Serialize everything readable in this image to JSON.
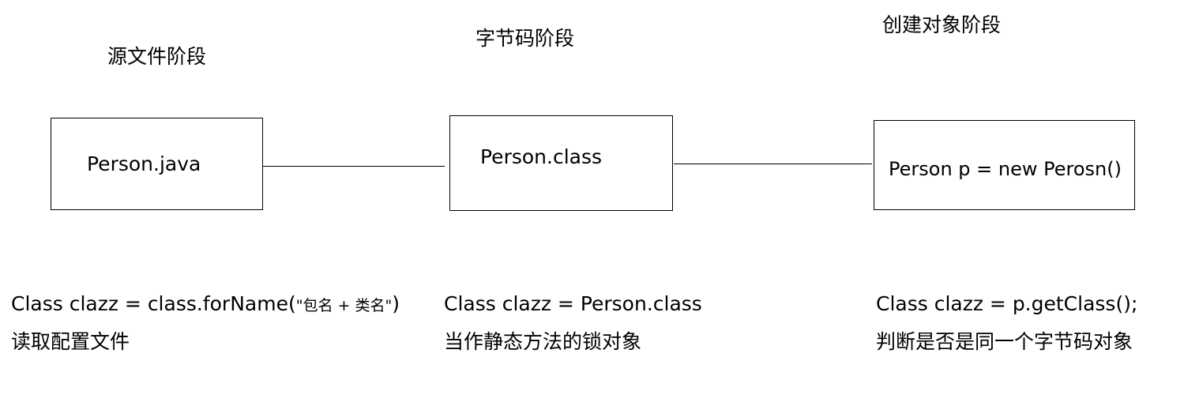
{
  "stages": [
    {
      "title": "源文件阶段",
      "box_text": "Person.java",
      "code": {
        "prefix": "Class clazz = class.forName(",
        "arg": "\"包名 + 类名\"",
        "suffix": ")"
      },
      "desc": "读取配置文件"
    },
    {
      "title": "字节码阶段",
      "box_text": "Person.class",
      "code": {
        "prefix": "Class clazz = Person.class",
        "arg": "",
        "suffix": ""
      },
      "desc": "当作静态方法的锁对象"
    },
    {
      "title": "创建对象阶段",
      "box_text": "Person p = new Perosn()",
      "code": {
        "prefix": "Class clazz = p.getClass();",
        "arg": "",
        "suffix": ""
      },
      "desc": "判断是否是同一个字节码对象"
    }
  ]
}
